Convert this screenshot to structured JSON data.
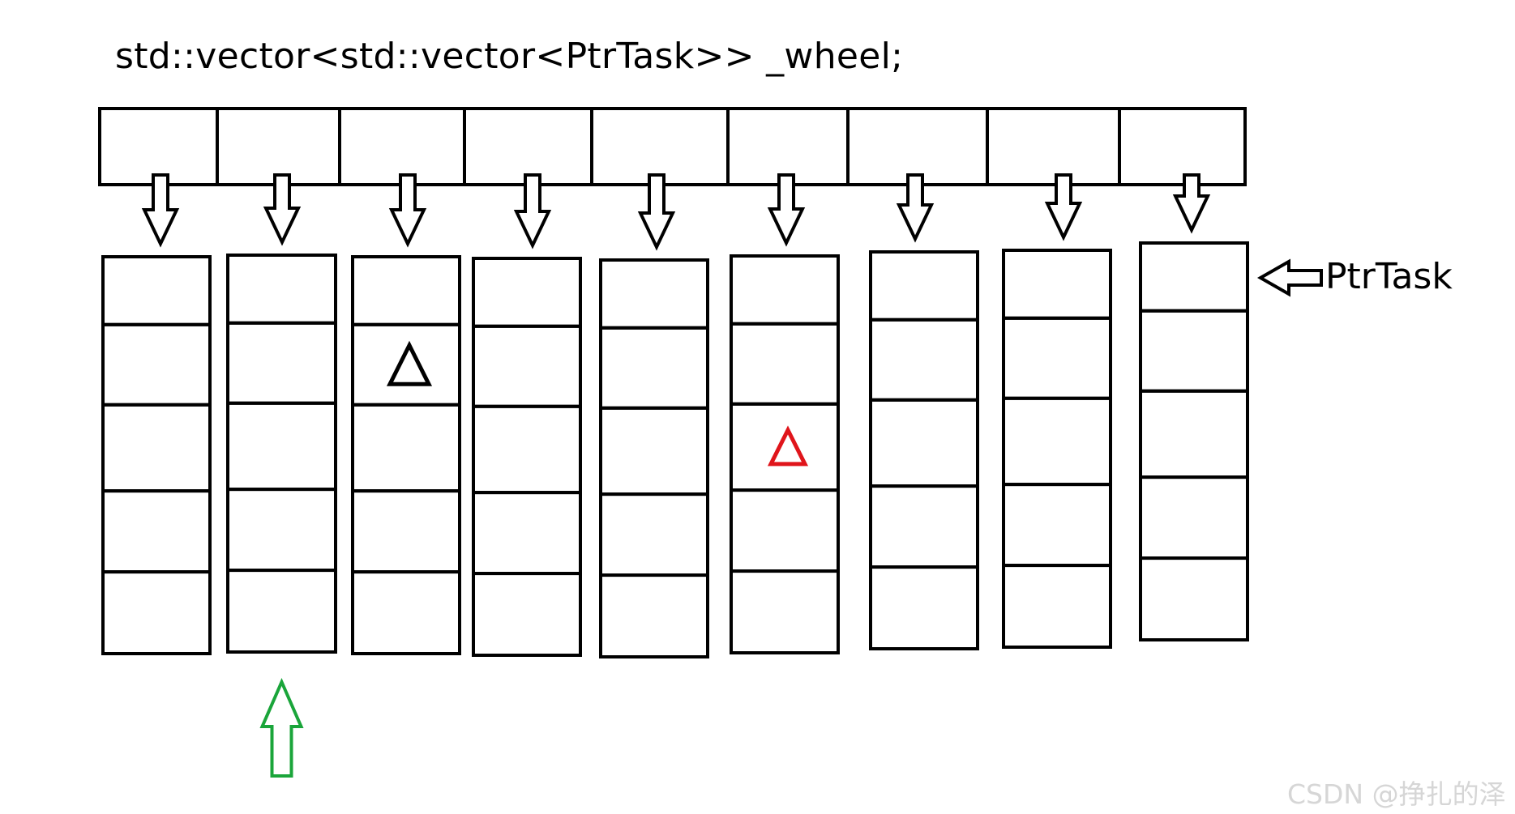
{
  "title": "std::vector<std::vector<PtrTask>> _wheel;",
  "pointer_label": "PtrTask",
  "watermark": "CSDN @挣扎的泽",
  "wheel": {
    "slot_count": 9,
    "bucket_cell_count": 5
  },
  "markers": [
    {
      "name": "black-triangle-marker",
      "bucket": 3,
      "cell": 2,
      "color": "#000000"
    },
    {
      "name": "red-triangle-marker",
      "bucket": 6,
      "cell": 3,
      "color": "#e0151b"
    }
  ],
  "tick_arrow": {
    "bucket": 2,
    "color": "#1aa53a"
  },
  "colors": {
    "stroke": "#000000",
    "background": "#ffffff",
    "watermark": "#d6d6d6"
  }
}
